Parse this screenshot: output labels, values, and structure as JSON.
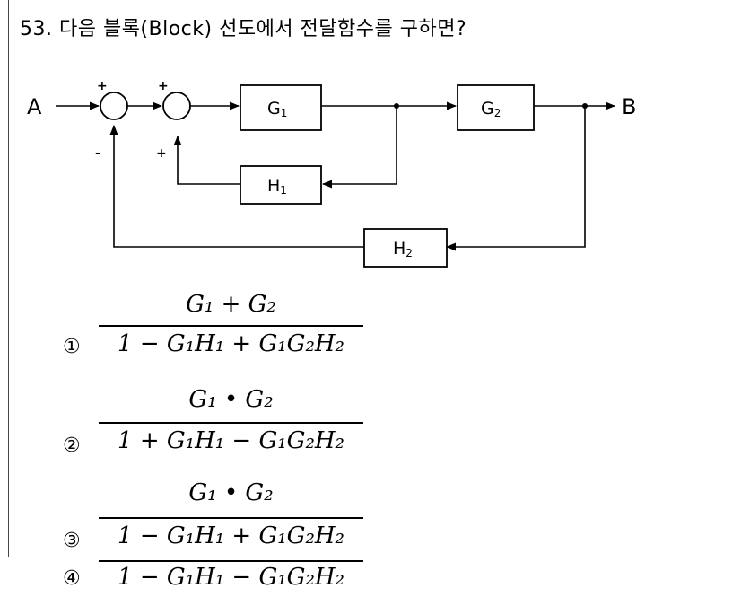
{
  "question": {
    "title": "53. 다음 블록(Block) 선도에서 전달함수를 구하면?"
  },
  "diagram": {
    "input_label": "A",
    "output_label": "B",
    "blocks": [
      {
        "main": "G",
        "sub": "1"
      },
      {
        "main": "G",
        "sub": "2"
      },
      {
        "main": "H",
        "sub": "1"
      },
      {
        "main": "H",
        "sub": "2"
      }
    ],
    "signs": {
      "sum1_input": "+",
      "sum1_feedback": "-",
      "sum2_input": "+",
      "sum2_feedback": "+"
    }
  },
  "options": [
    {
      "marker": "①",
      "numerator": "G₁ + G₂",
      "denominator": "1 − G₁H₁ + G₁G₂H₂"
    },
    {
      "marker": "②",
      "numerator": "G₁ • G₂",
      "denominator": "1 + G₁H₁ − G₁G₂H₂"
    },
    {
      "marker": "③",
      "numerator": "G₁ • G₂",
      "denominator": "1 − G₁H₁ + G₁G₂H₂"
    },
    {
      "marker": "④",
      "numerator": "",
      "denominator": "1 − G₁H₁ − G₁G₂H₂"
    }
  ]
}
